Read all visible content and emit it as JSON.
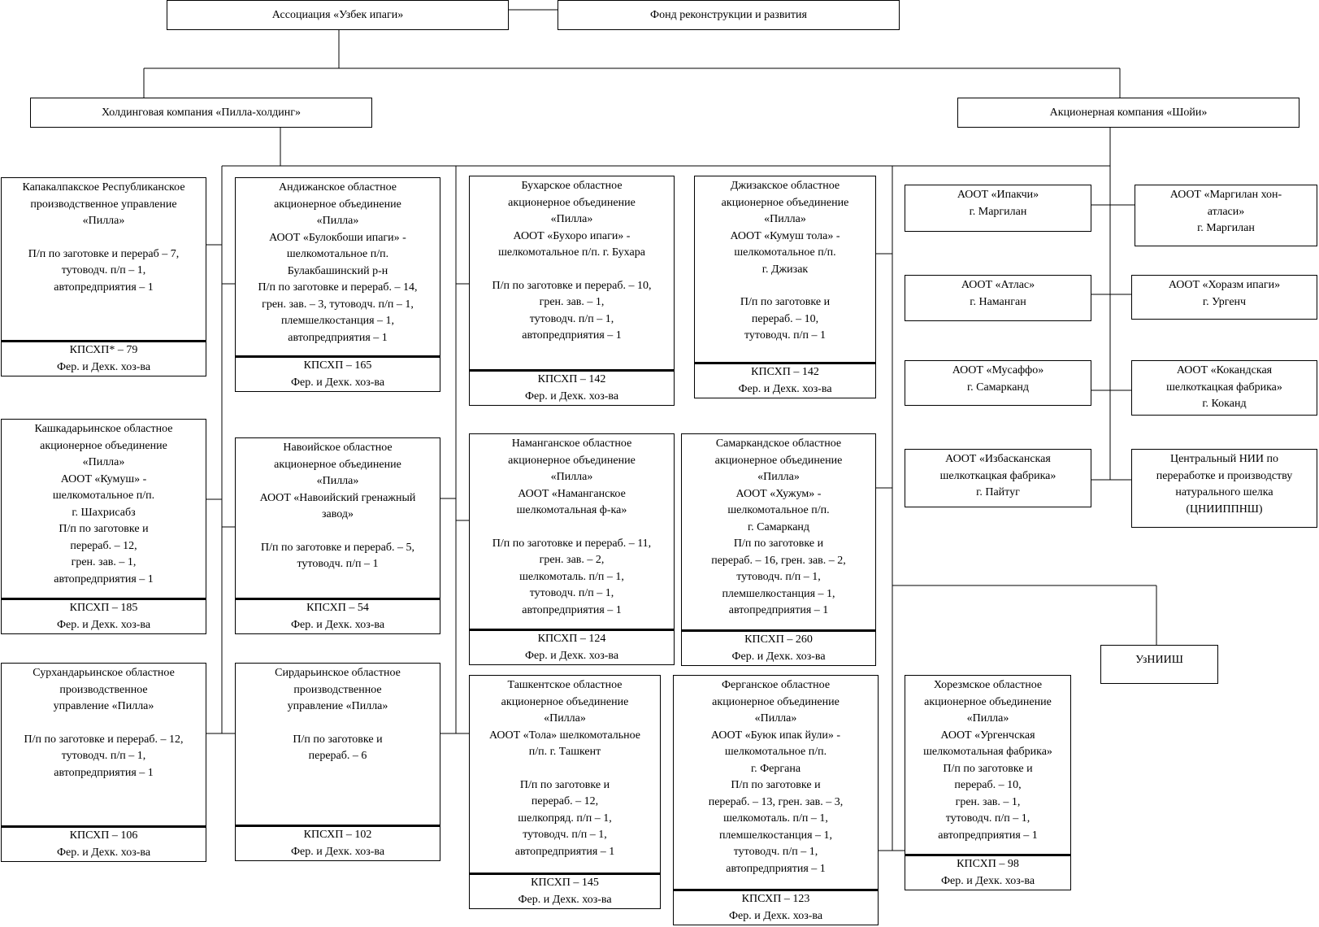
{
  "nodes": {
    "association": {
      "lines": [
        "Ассоциация «Узбек ипаги»"
      ]
    },
    "fund": {
      "lines": [
        "Фонд реконструкции и развития"
      ]
    },
    "holding": {
      "lines": [
        "Холдинговая компания «Пилла-холдинг»"
      ]
    },
    "shoyi": {
      "lines": [
        "Акционерная компания «Шойи»"
      ]
    },
    "karakalpak": {
      "lines": [
        "Капакалпакское Республиканское",
        "производственное управление",
        "«Пилла»",
        "",
        "П/п по заготовке и перераб – 7,",
        "тутоводч. п/п – 1,",
        "автопредприятия – 1"
      ],
      "footer": [
        "КПСХП* – 79",
        "Фер. и Дехк. хоз-ва"
      ]
    },
    "andijan": {
      "lines": [
        "Андижанское областное",
        "акционерное объединение",
        "«Пилла»",
        "АООТ «Булокбоши ипаги» -",
        "шелкомотальное п/п.",
        "Булакбашинский р-н",
        "П/п по заготовке и перераб. – 14,",
        "грен. зав. – 3, тутоводч. п/п – 1,",
        "племшелкостанция – 1,",
        "автопредприятия  – 1"
      ],
      "footer": [
        "КПСХП – 165",
        "Фер. и Дехк. хоз-ва"
      ]
    },
    "bukhara": {
      "lines": [
        "Бухарское областное",
        "акционерное объединение",
        "«Пилла»",
        "АООТ «Бухоро ипаги» -",
        "шелкомотальное п/п. г. Бухара",
        "",
        "П/п по заготовке и перераб. – 10,",
        "грен. зав. – 1,",
        "тутоводч. п/п – 1,",
        "автопредприятия  – 1"
      ],
      "footer": [
        "КПСХП – 142",
        "Фер. и Дехк. хоз-ва"
      ]
    },
    "jizzakh": {
      "lines": [
        "Джизакское областное",
        "акционерное объединение",
        "«Пилла»",
        "АООТ «Кумуш тола» -",
        "шелкомотальное п/п.",
        "г. Джизак",
        "",
        "П/п по заготовке и",
        "перераб. – 10,",
        "тутоводч. п/п – 1"
      ],
      "footer": [
        "КПСХП – 142",
        "Фер. и Дехк. хоз-ва"
      ]
    },
    "kashkadarya": {
      "lines": [
        "Кашкадарьинское областное",
        "акционерное объединение",
        "«Пилла»",
        "АООТ «Кумуш» -",
        "шелкомотальное п/п.",
        "г. Шахрисабз",
        "П/п по заготовке и",
        "перераб. – 12,",
        "грен. зав. – 1,",
        "автопредприятия  – 1"
      ],
      "footer": [
        "КПСХП – 185",
        "Фер. и Дехк. хоз-ва"
      ]
    },
    "navoi": {
      "lines": [
        "Навоийское областное",
        "акционерное объединение",
        "«Пилла»",
        "АООТ «Навоийский гренажный",
        "завод»",
        "",
        "П/п по заготовке и перераб. – 5,",
        "тутоводч. п/п – 1"
      ],
      "footer": [
        "КПСХП – 54",
        "Фер. и Дехк. хоз-ва"
      ]
    },
    "namangan": {
      "lines": [
        "Наманганское областное",
        "акционерное объединение",
        "«Пилла»",
        "АООТ «Наманганское",
        "шелкомотальная ф-ка»",
        "",
        "П/п по заготовке и перераб. – 11,",
        "грен. зав. – 2,",
        "шелкомоталь. п/п – 1,",
        "тутоводч. п/п – 1,",
        "автопредприятия  – 1"
      ],
      "footer": [
        "КПСХП – 124",
        "Фер. и Дехк. хоз-ва"
      ]
    },
    "samarkand": {
      "lines": [
        "Самаркандское областное",
        "акционерное объединение",
        "«Пилла»",
        "АООТ «Хужум» -",
        "шелкомотальное п/п.",
        "г. Самарканд",
        "П/п по заготовке и",
        "перераб. – 16, грен. зав. – 2,",
        "тутоводч. п/п – 1,",
        "племшелкостанция – 1,",
        "автопредприятия  – 1"
      ],
      "footer": [
        "КПСХП – 260",
        "Фер. и Дехк. хоз-ва"
      ]
    },
    "surkhandarya": {
      "lines": [
        "Сурхандарьинское областное",
        "производственное",
        "управление «Пилла»",
        "",
        "П/п по заготовке и перераб. – 12,",
        "тутоводч. п/п – 1,",
        "автопредприятия  – 1"
      ],
      "footer": [
        "КПСХП – 106",
        "Фер. и Дехк. хоз-ва"
      ]
    },
    "syrdarya": {
      "lines": [
        "Сирдарьинское областное",
        "производственное",
        "управление «Пилла»",
        "",
        "П/п по заготовке и",
        "перераб. – 6"
      ],
      "footer": [
        "КПСХП – 102",
        "Фер. и Дехк. хоз-ва"
      ]
    },
    "tashkent": {
      "lines": [
        "Ташкентское областное",
        "акционерное объединение",
        "«Пилла»",
        "АООТ «Тола» шелкомотальное",
        "п/п. г. Ташкент",
        "",
        "П/п по заготовке и",
        "перераб. – 12,",
        "шелкопряд. п/п – 1,",
        "тутоводч. п/п – 1,",
        "автопредприятия  – 1"
      ],
      "footer": [
        "КПСХП – 145",
        "Фер. и Дехк. хоз-ва"
      ]
    },
    "fergana": {
      "lines": [
        "Ферганское областное",
        "акционерное объединение",
        "«Пилла»",
        "АООТ «Буюк ипак йули» -",
        "шелкомотальное п/п.",
        "г. Фергана",
        "П/п по заготовке и",
        "перераб. – 13, грен. зав. – 3,",
        "шелкомоталь. п/п – 1,",
        "племшелкостанция – 1,",
        "тутоводч. п/п – 1,",
        "автопредприятия  – 1"
      ],
      "footer": [
        "КПСХП – 123",
        "Фер. и Дехк. хоз-ва"
      ]
    },
    "khorezm": {
      "lines": [
        "Хорезмское областное",
        "акционерное объединение",
        "«Пилла»",
        "АООТ «Ургенчская",
        "шелкомотальная фабрика»",
        "П/п по заготовке и",
        "перераб. – 10,",
        "грен. зав. – 1,",
        "тутоводч. п/п – 1,",
        "автопредприятия  – 1"
      ],
      "footer": [
        "КПСХП – 98",
        "Фер. и Дехк. хоз-ва"
      ]
    },
    "ipakchi": {
      "lines": [
        "АООТ «Ипакчи»",
        "г. Маргилан"
      ]
    },
    "margilan_khon": {
      "lines": [
        "АООТ  «Маргилан хон-",
        "атласи»",
        "г. Маргилан"
      ]
    },
    "atlas": {
      "lines": [
        "АООТ «Атлас»",
        "г. Наманган"
      ]
    },
    "khorazm_ipagi": {
      "lines": [
        "АООТ «Хоразм ипаги»",
        "г. Ургенч"
      ]
    },
    "musaffo": {
      "lines": [
        "АООТ «Мусаффо»",
        "г. Самарканд"
      ]
    },
    "kokand": {
      "lines": [
        "АООТ «Кокандская",
        "шелкоткацкая фабрика»",
        "г. Коканд"
      ]
    },
    "izbaskan": {
      "lines": [
        "АООТ «Избасканская",
        "шелкоткацкая фабрика»",
        "г. Пайтуг"
      ]
    },
    "cniipnsh": {
      "lines": [
        "Центральный НИИ по",
        "переработке  и производству",
        "натурального шелка",
        "(ЦНИИППНШ)"
      ]
    },
    "uzniish": {
      "lines": [
        "УзНИИШ"
      ]
    }
  }
}
